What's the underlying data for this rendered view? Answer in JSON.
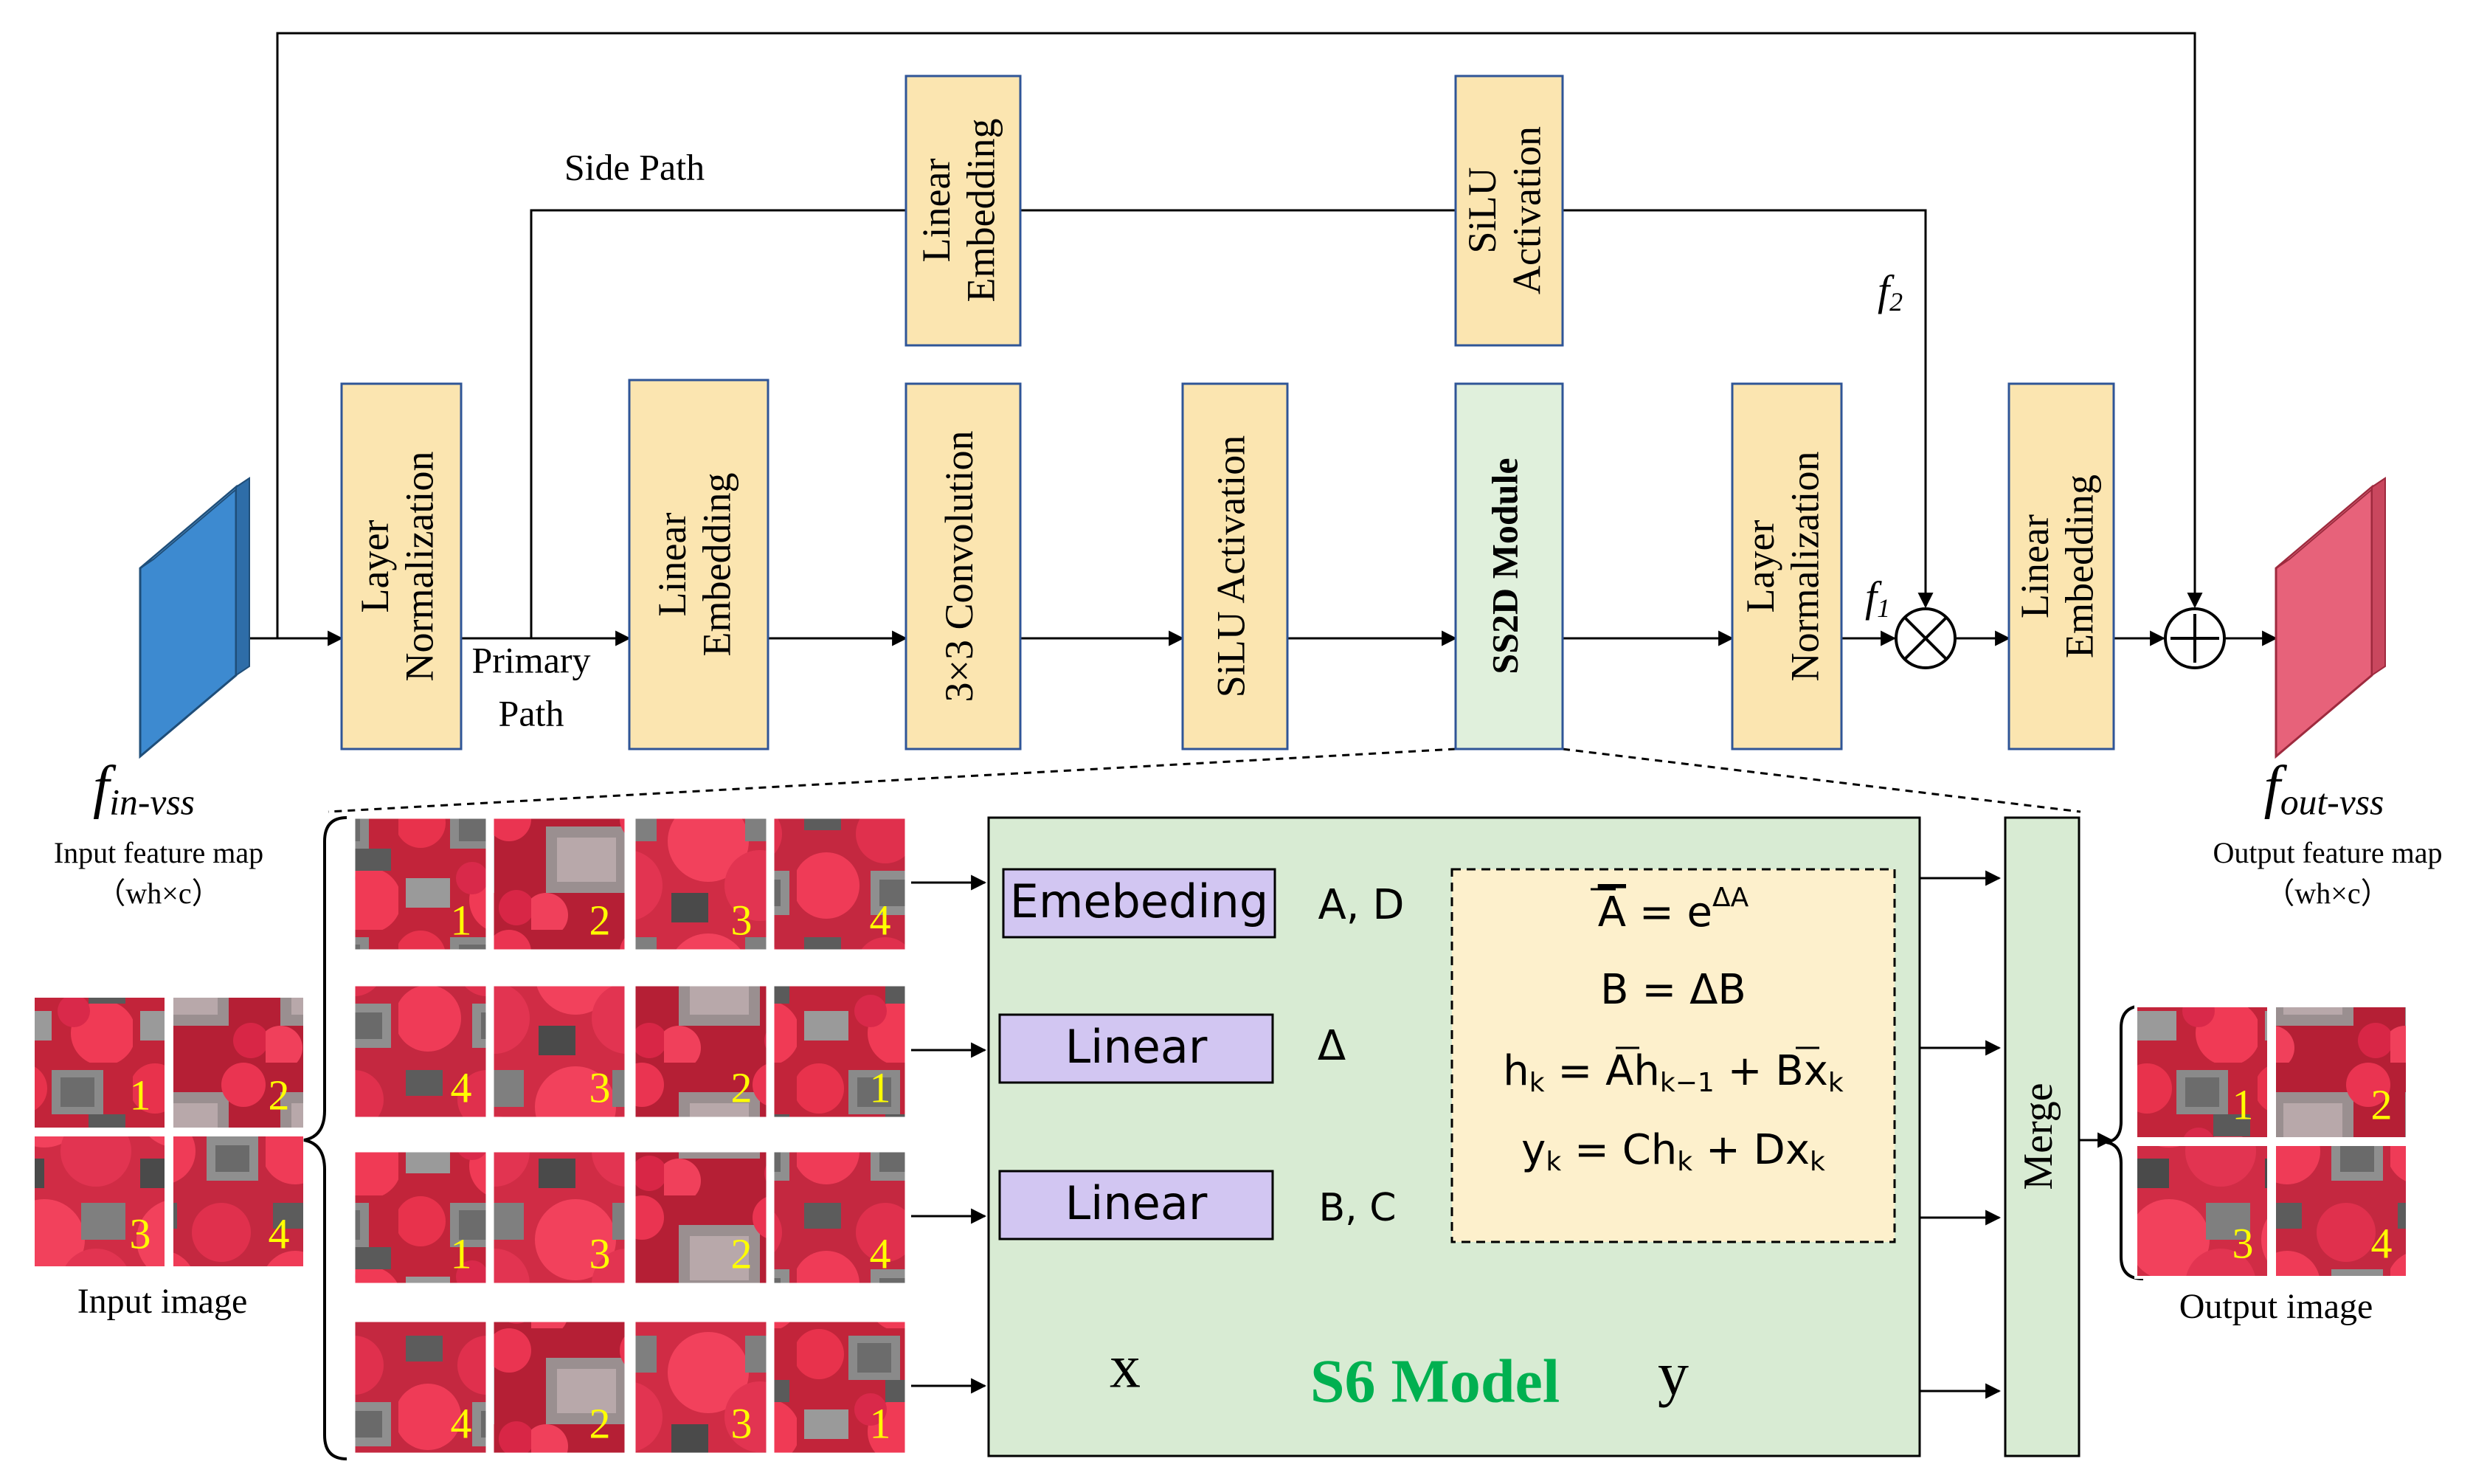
{
  "blocks": {
    "layer_norm_1": "Layer Normalization",
    "primary_path": [
      "Primary",
      "Path"
    ],
    "side_path": "Side Path",
    "linear_embed_side": "Linear Embedding",
    "silu_side": "SiLU Activation",
    "linear_embed_1": "Linear Embedding",
    "conv": "3×3 Convolution",
    "silu_1": "SiLU Activation",
    "ss2d": "SS2D Module",
    "layer_norm_2": "Layer Normalization",
    "linear_embed_out": "Linear Embedding",
    "f1_sym": "f",
    "f1_sub": "1",
    "f2_sym": "f",
    "f2_sub": "2"
  },
  "input": {
    "symbol": "f",
    "subscript": "in-vss",
    "label": "Input feature map",
    "dims": "（wh×c）",
    "image_label": "Input image"
  },
  "output": {
    "symbol": "f",
    "subscript": "out-vss",
    "label": "Output feature map",
    "dims": "（wh×c）",
    "image_label": "Output image"
  },
  "s6": {
    "title": "S6 Model",
    "embedding": "Emebeding",
    "linear_top": "Linear",
    "linear_bottom": "Linear",
    "out_ad": "A, D",
    "out_delta": "Δ",
    "out_bc": "B, C",
    "input_x": "x",
    "output_y": "y",
    "merge": "Merge",
    "eq1": "A̅ = e^{ΔA}",
    "eq1_base": "A = e",
    "eq1_exp": "ΔA",
    "eq2": "B = ΔB",
    "eq3_parts": [
      "h",
      "k",
      " = ",
      "A",
      "h",
      "k−1",
      " + ",
      "B",
      "x",
      "k"
    ],
    "eq4_parts": [
      "y",
      "k",
      " = C",
      "h",
      "k",
      " + D",
      "x",
      "k"
    ]
  },
  "scan_orders": [
    [
      "1",
      "2",
      "3",
      "4"
    ],
    [
      "4",
      "3",
      "2",
      "1"
    ],
    [
      "1",
      "3",
      "2",
      "4"
    ],
    [
      "4",
      "2",
      "3",
      "1"
    ]
  ],
  "input_grid": [
    "1",
    "2",
    "3",
    "4"
  ],
  "output_grid": [
    "1",
    "2",
    "3",
    "4"
  ],
  "colors": {
    "block_fill": "#fbe5b0",
    "block_stroke": "#2f5597",
    "ss2d_fill": "#e0f0dc",
    "s6_fill": "#d8ebd3",
    "purple_fill": "#d2c6f2",
    "eq_fill": "#fdf0cc",
    "title_green": "#00b050",
    "input_blue": "#3d8ad0",
    "output_pink": "#e7627a",
    "patch_number": "#ffff00"
  }
}
